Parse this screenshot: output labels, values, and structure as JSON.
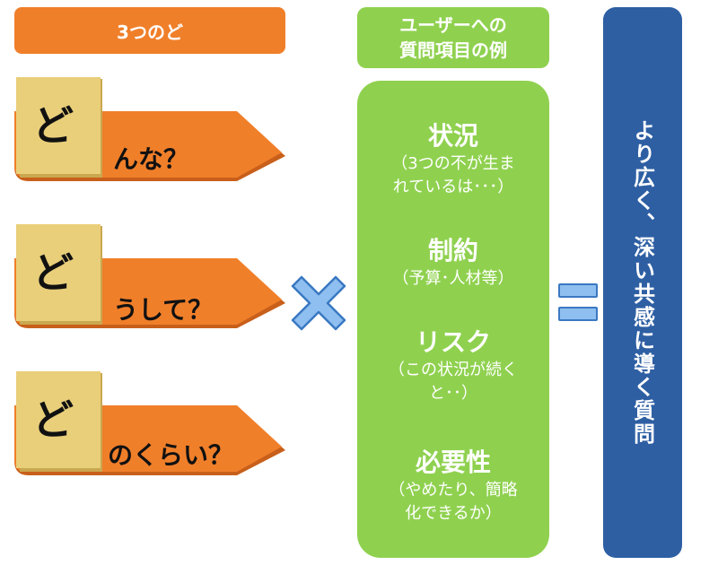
{
  "colors": {
    "orange": "#F07F2A",
    "orange_shadow": "#C85F1A",
    "tab_yellow": "#E9CF7A",
    "tab_shadow": "#C9A850",
    "green": "#8FD14F",
    "blue": "#2E5FA3",
    "cross_fill": "#8FBFF0",
    "cross_stroke": "#3A78C2"
  },
  "left": {
    "header": "3つのど",
    "blocks": [
      {
        "char": "ど",
        "word": "んな？"
      },
      {
        "char": "ど",
        "word": "うして？"
      },
      {
        "char": "ど",
        "word": "のくらい？"
      }
    ]
  },
  "middle": {
    "header_line1": "ユーザーへの",
    "header_line2": "質問項目の例",
    "items": [
      {
        "title": "状況",
        "note_line1": "（3つの不が生ま",
        "note_line2": "れているは･･･）"
      },
      {
        "title": "制約",
        "note_line1": "（予算･人材等）",
        "note_line2": ""
      },
      {
        "title": "リスク",
        "note_line1": "（この状況が続く",
        "note_line2": "と･･）"
      },
      {
        "title": "必要性",
        "note_line1": "（やめたり、簡略",
        "note_line2": "化できるか）"
      }
    ]
  },
  "right": {
    "text": "より広く、深い共感に導く質問"
  }
}
